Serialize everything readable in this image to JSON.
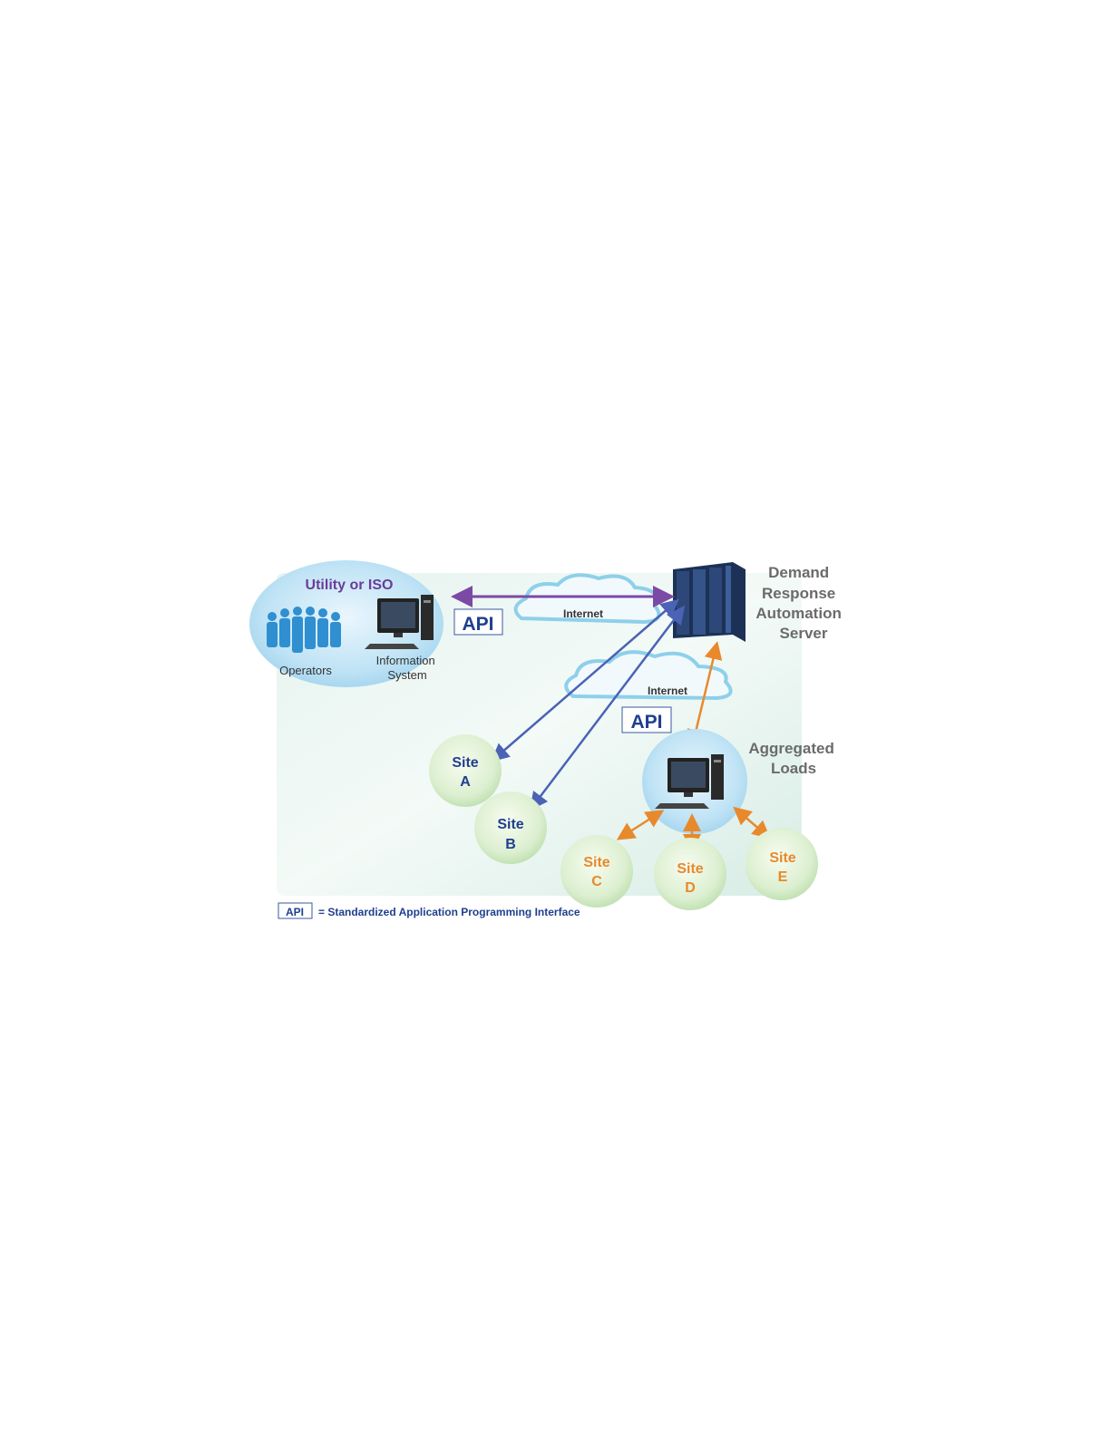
{
  "utility": {
    "title": "Utility or ISO",
    "operators_label": "Operators",
    "info_system_line1": "Information",
    "info_system_line2": "System"
  },
  "server": {
    "line1": "Demand",
    "line2": "Response",
    "line3": "Automation",
    "line4": "Server"
  },
  "clouds": [
    {
      "label": "Internet"
    },
    {
      "label": "Internet"
    }
  ],
  "api_badges": [
    {
      "label": "API"
    },
    {
      "label": "API"
    }
  ],
  "aggregated": {
    "line1": "Aggregated",
    "line2": "Loads"
  },
  "sites": [
    {
      "line1": "Site",
      "line2": "A"
    },
    {
      "line1": "Site",
      "line2": "B"
    },
    {
      "line1": "Site",
      "line2": "C"
    },
    {
      "line1": "Site",
      "line2": "D"
    },
    {
      "line1": "Site",
      "line2": "E"
    }
  ],
  "legend": {
    "badge": "API",
    "text": "= Standardized Application Programming Interface"
  },
  "colors": {
    "purple": "#6a3d9a",
    "navy": "#1f3f8f",
    "orange": "#e8892b",
    "gray": "#6b6b6b",
    "blue_arrow": "#4a63b5"
  }
}
